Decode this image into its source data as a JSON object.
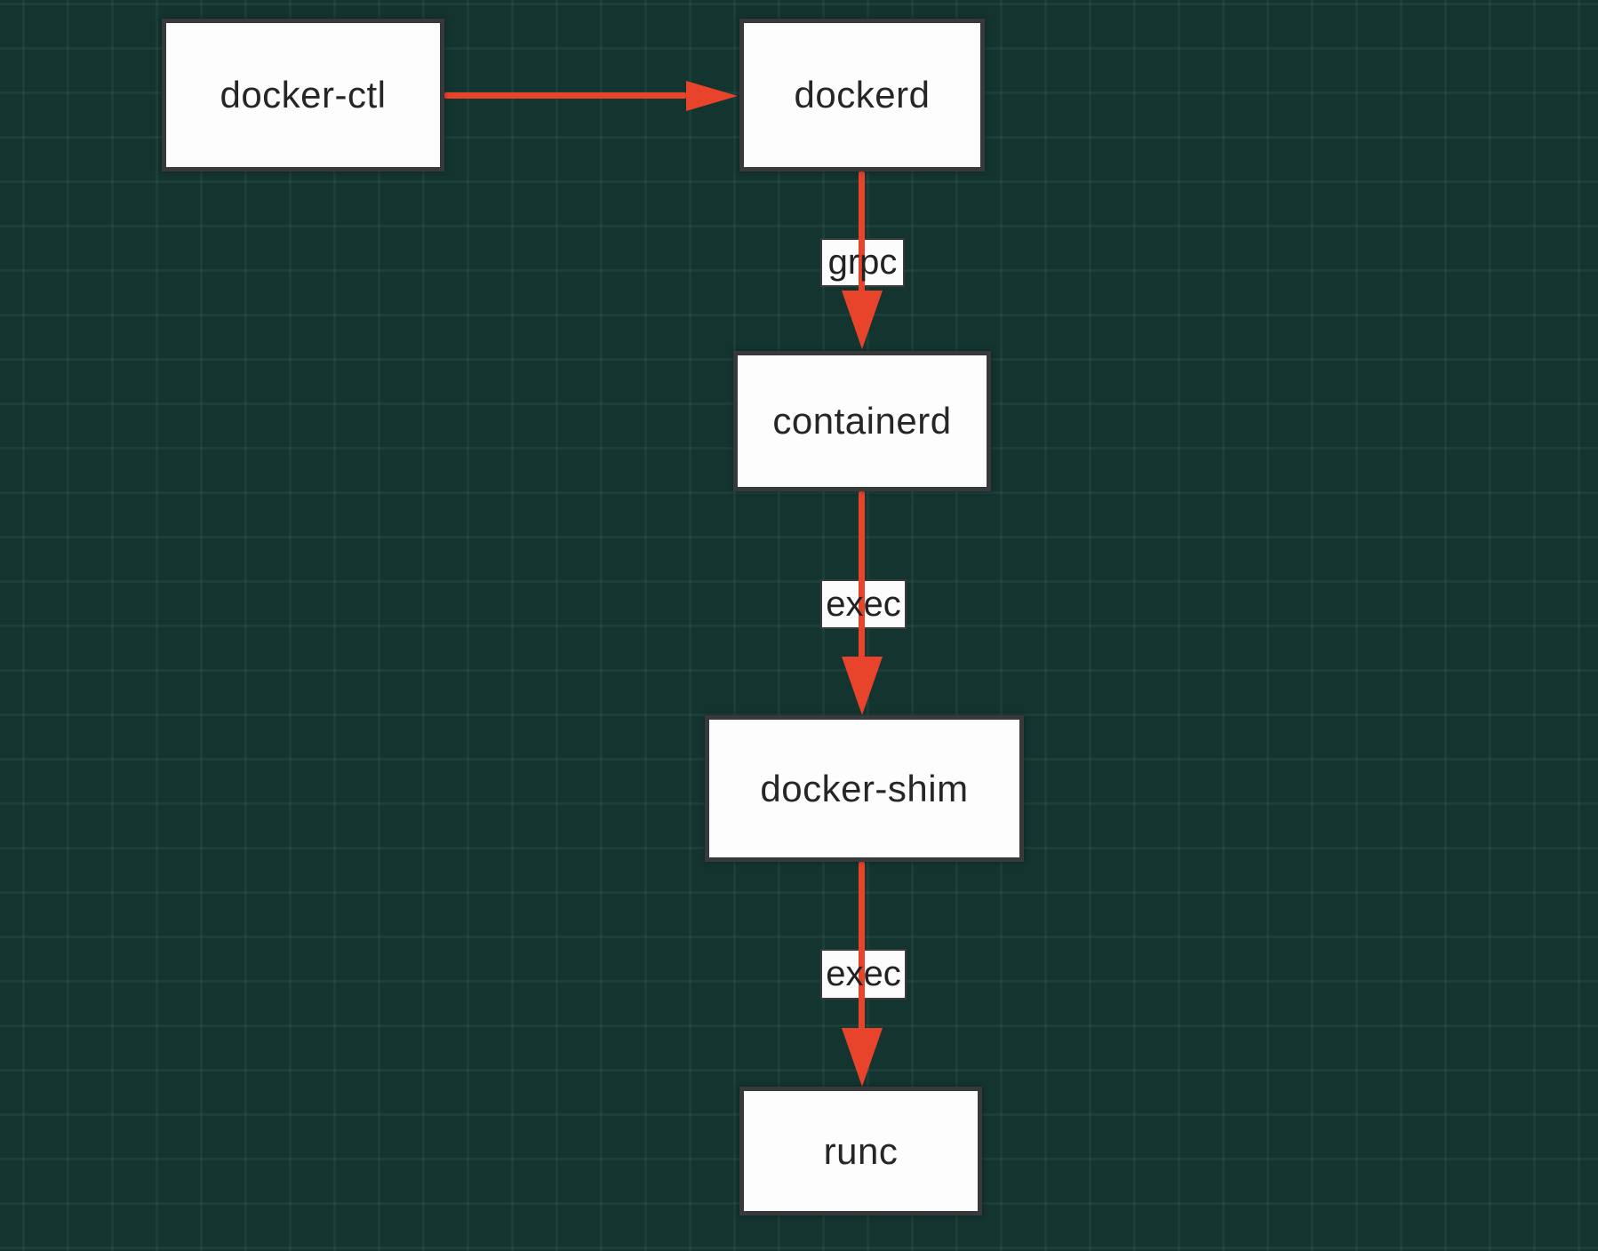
{
  "diagram": {
    "type": "flowchart",
    "direction": "top-down",
    "nodes": [
      {
        "id": "docker-ctl",
        "label": "docker-ctl"
      },
      {
        "id": "dockerd",
        "label": "dockerd"
      },
      {
        "id": "containerd",
        "label": "containerd"
      },
      {
        "id": "docker-shim",
        "label": "docker-shim"
      },
      {
        "id": "runc",
        "label": "runc"
      }
    ],
    "edges": [
      {
        "from": "docker-ctl",
        "to": "dockerd",
        "label": ""
      },
      {
        "from": "dockerd",
        "to": "containerd",
        "label": "grpc"
      },
      {
        "from": "containerd",
        "to": "docker-shim",
        "label": "exec"
      },
      {
        "from": "docker-shim",
        "to": "runc",
        "label": "exec"
      }
    ],
    "colors": {
      "background": "#143430",
      "grid_line": "#1d423c",
      "node_fill": "#fdfdfd",
      "node_border": "#37393a",
      "node_text": "#262626",
      "arrow": "#e8432b",
      "edge_label_bg": "#fcfcfc",
      "edge_label_border": "#3a3a3a",
      "edge_label_text": "#222222"
    }
  }
}
